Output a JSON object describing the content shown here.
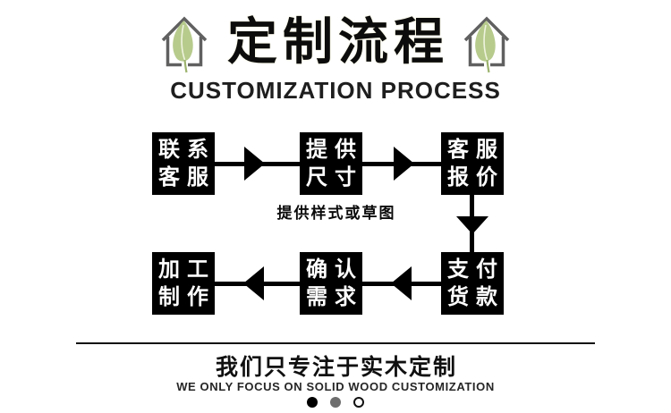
{
  "header": {
    "title_cn": "定制流程",
    "title_en": "CUSTOMIZATION PROCESS"
  },
  "icons": {
    "house_leaf": {
      "outline_color": "#606060",
      "leaf_color": "#b7cb8d",
      "leaf_vein_color": "#eef3dd",
      "stem_color": "#9cb36e"
    }
  },
  "flow": {
    "box_bg_color": "#000000",
    "box_text_color": "#ffffff",
    "row1": [
      {
        "line1": "联系",
        "line2": "客服"
      },
      {
        "line1": "提供",
        "line2": "尺寸"
      },
      {
        "line1": "客服",
        "line2": "报价"
      }
    ],
    "row2": [
      {
        "line1": "加工",
        "line2": "制作"
      },
      {
        "line1": "确认",
        "line2": "需求"
      },
      {
        "line1": "支付",
        "line2": "货款"
      }
    ],
    "note": "提供样式或草图"
  },
  "footer": {
    "slogan_cn": "我们只专注于实木定制",
    "slogan_en": "WE ONLY FOCUS ON SOLID WOOD CUSTOMIZATION",
    "dots": [
      {
        "fill": "#000000"
      },
      {
        "fill": "#6e6e6e"
      },
      {
        "fill": "#ffffff"
      }
    ]
  }
}
